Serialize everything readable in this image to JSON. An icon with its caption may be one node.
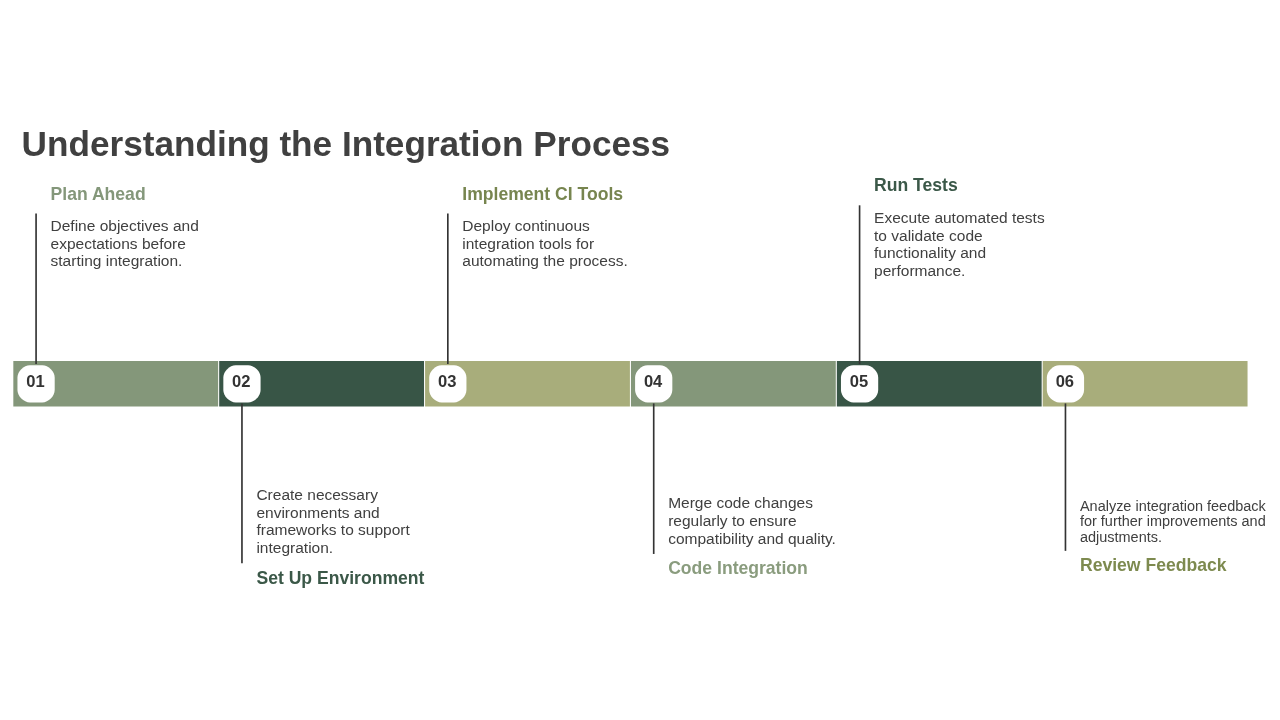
{
  "diagram": {
    "title": "Understanding the Integration Process",
    "nodes": [
      {
        "text": [
          "Plan Ahead",
          "Define objectives and expectations before starting integration."
        ]
      },
      {
        "text": [
          "Implement CI Tools",
          "Deploy continuous integration tools for automating the process."
        ]
      },
      {
        "text": [
          "Run Tests",
          "Execute automated tests to validate code functionality and performance."
        ]
      },
      {
        "text": [
          "01"
        ]
      },
      {
        "text": [
          "02"
        ]
      },
      {
        "text": [
          "03"
        ]
      },
      {
        "text": [
          "04"
        ]
      },
      {
        "text": [
          "05"
        ]
      },
      {
        "text": [
          "06"
        ]
      },
      {
        "text": [
          "Create necessary environments and frameworks to support integration.",
          "Set Up Environment"
        ]
      },
      {
        "text": [
          "Merge code changes regularly to ensure compatibility and quality.",
          "Code Integration"
        ]
      },
      {
        "text": [
          "Analyze integration feedback for further improvements and adjustments.",
          "Review Feedback"
        ]
      }
    ],
    "edges": [
      {
        "from": 0,
        "to": 3,
        "arrow": "none"
      },
      {
        "from": 4,
        "to": 9,
        "arrow": "none"
      },
      {
        "from": 1,
        "to": 5,
        "arrow": "none"
      },
      {
        "from": 6,
        "to": 10,
        "arrow": "none"
      },
      {
        "from": 2,
        "to": 7,
        "arrow": "none"
      },
      {
        "from": 8,
        "to": 11,
        "arrow": "none"
      }
    ]
  }
}
